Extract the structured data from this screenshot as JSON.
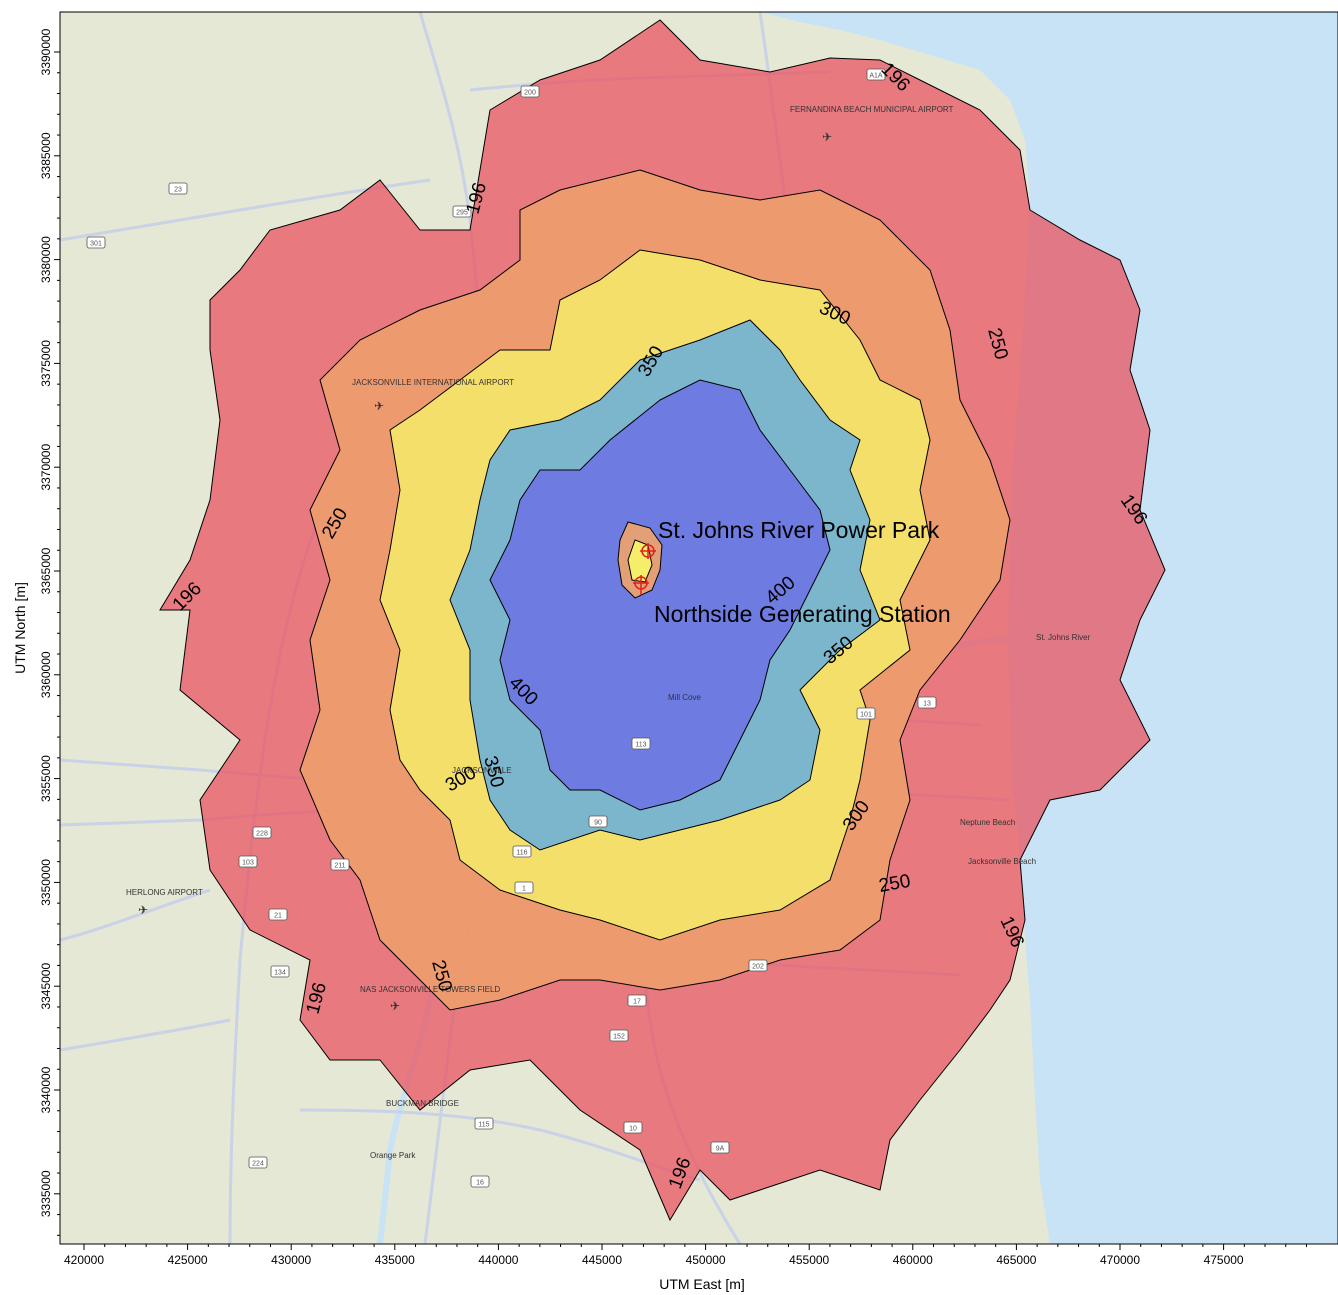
{
  "axes": {
    "x_title": "UTM East [m]",
    "y_title": "UTM North [m]",
    "x_ticks": [
      "420000",
      "425000",
      "430000",
      "435000",
      "440000",
      "445000",
      "450000",
      "455000",
      "460000",
      "465000",
      "470000",
      "475000"
    ],
    "y_ticks": [
      "3390000",
      "3385000",
      "3380000",
      "3375000",
      "3370000",
      "3365000",
      "3360000",
      "3355000",
      "3350000",
      "3345000",
      "3340000",
      "3335000"
    ]
  },
  "contour_levels": {
    "l196": "196",
    "l250": "250",
    "l300": "300",
    "l350": "350",
    "l400": "400"
  },
  "colors": {
    "water": "#c9e3f6",
    "land": "#e4e8d4",
    "c196": "#e85a66",
    "c250": "#f0a46a",
    "c300": "#f6f26a",
    "c350": "#5aaae8",
    "c400": "#6a6ae6"
  },
  "stations": {
    "st_johns": "St. Johns River Power Park",
    "northside": "Northside Generating Station"
  },
  "map_labels": {
    "airport_jax": "JACKSONVILLE INTERNATIONAL AIRPORT",
    "airport_fernandina": "FERNANDINA BEACH MUNICIPAL AIRPORT",
    "airport_herlong": "HERLONG AIRPORT",
    "airport_nas": "NAS JACKSONVILLE TOWERS FIELD",
    "jax_beach": "Jacksonville Beach",
    "jacksonville": "JACKSONVILLE",
    "buckman": "BUCKMAN BRIDGE",
    "mill_cove": "Mill Cove",
    "st_johns_river": "St. Johns River",
    "orange_park": "Orange Park",
    "neptune": "Neptune Beach"
  },
  "road_shields": [
    "A1A",
    "200",
    "295",
    "17",
    "9A",
    "10",
    "115",
    "113",
    "90",
    "152",
    "202",
    "228",
    "103",
    "211",
    "21",
    "134",
    "224",
    "16",
    "13",
    "101",
    "116",
    "1",
    "23",
    "301"
  ]
}
